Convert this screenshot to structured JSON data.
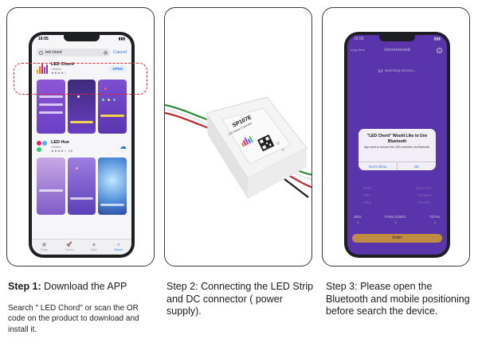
{
  "appstore": {
    "time": "16:55",
    "search_text": "led chord",
    "cancel_label": "Cancel",
    "app1": {
      "name": "LED Chord",
      "sub": "Utilities",
      "stars": "★★★★☆",
      "button": "OPEN"
    },
    "app2": {
      "name": "LED Hue",
      "sub": "Utilities",
      "stars": "★★★★☆ 58"
    },
    "tabs": [
      {
        "label": "Today",
        "icon": "▣"
      },
      {
        "label": "Games",
        "icon": "🚀"
      },
      {
        "label": "Apps",
        "icon": "◈"
      },
      {
        "label": "Search",
        "icon": "⌕"
      }
    ]
  },
  "device": {
    "model": "SP107E",
    "sub": "LED Music Controller"
  },
  "bt_app": {
    "time": "16:55",
    "back_label": "◂ App Store",
    "title": "Unconnected",
    "info": "i",
    "searching": "searching devices...",
    "dialog": {
      "title": "\"LED Chord\" Would Like to Use Bluetooth",
      "message": "App need to connect the LED controller via Bluetooth.",
      "deny": "Don't Allow",
      "ok": "OK"
    },
    "chips": [
      {
        "label": "RGB",
        "value": "SM16703"
      },
      {
        "label": "RBG",
        "value": "TM1804"
      },
      {
        "label": "GRB",
        "value": "WS2811"
      }
    ],
    "stats": [
      {
        "label": "SEG.",
        "value": "1"
      },
      {
        "label": "PIXELS/SEG.",
        "value": "1"
      },
      {
        "label": "TOTAL",
        "value": "1"
      }
    ],
    "enter_label": "Enter"
  },
  "steps": [
    {
      "title_bold": "Step 1:",
      "title_rest": " Download the APP",
      "body": "Search \" LED Chord\" or scan the OR code on the product to download and install it."
    },
    {
      "title_bold": "",
      "title_rest": "Step 2: Connecting the LED Strip and DC connector ( power supply).",
      "body": ""
    },
    {
      "title_bold": "",
      "title_rest": "Step 3:  Please open the Bluetooth and mobile positioning before search the device.",
      "body": ""
    }
  ]
}
